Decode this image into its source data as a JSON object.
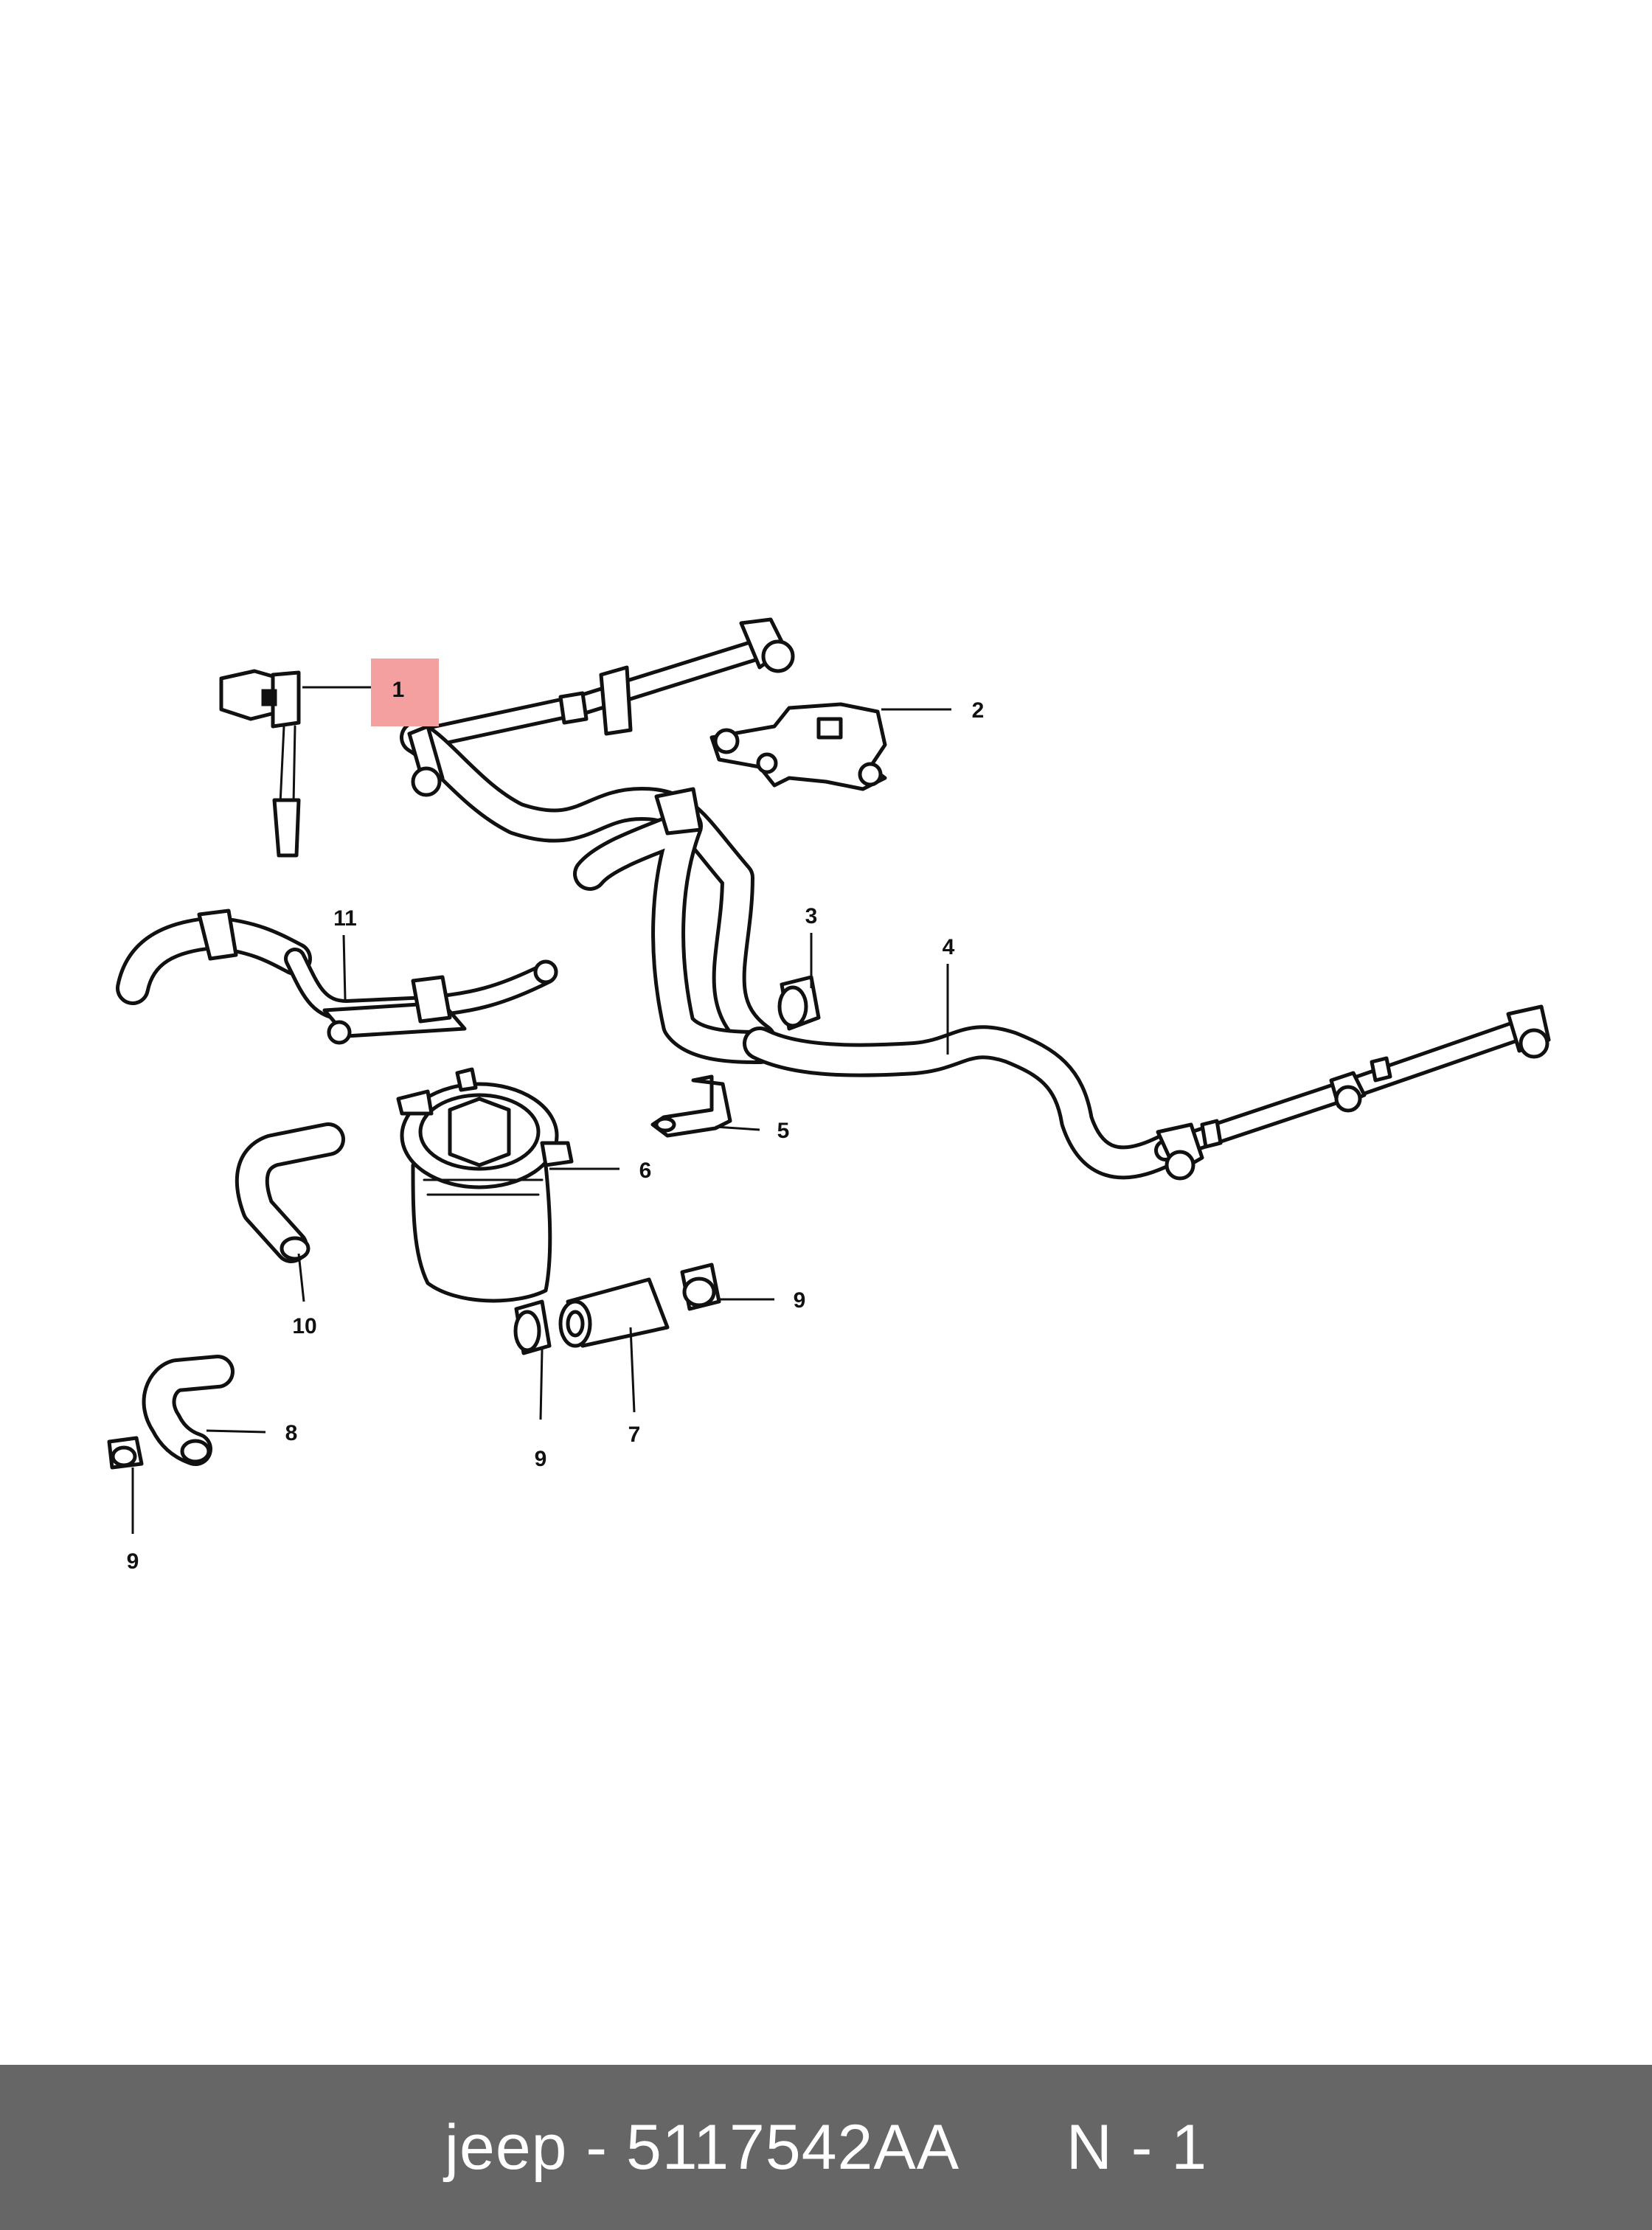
{
  "diagram": {
    "highlight_color": "#f4a0a0",
    "callouts": [
      {
        "id": "c1",
        "label": "1",
        "highlighted": true
      },
      {
        "id": "c2",
        "label": "2"
      },
      {
        "id": "c3",
        "label": "3"
      },
      {
        "id": "c4",
        "label": "4"
      },
      {
        "id": "c5",
        "label": "5"
      },
      {
        "id": "c6",
        "label": "6"
      },
      {
        "id": "c7",
        "label": "7"
      },
      {
        "id": "c8",
        "label": "8"
      },
      {
        "id": "c9a",
        "label": "9"
      },
      {
        "id": "c9b",
        "label": "9"
      },
      {
        "id": "c9c",
        "label": "9"
      },
      {
        "id": "c10",
        "label": "10"
      },
      {
        "id": "c11",
        "label": "11"
      }
    ]
  },
  "footer": {
    "brand": "jeep",
    "separator": " - ",
    "part_number": "5117542AA",
    "position_code": "N - 1",
    "background": "#666666"
  }
}
